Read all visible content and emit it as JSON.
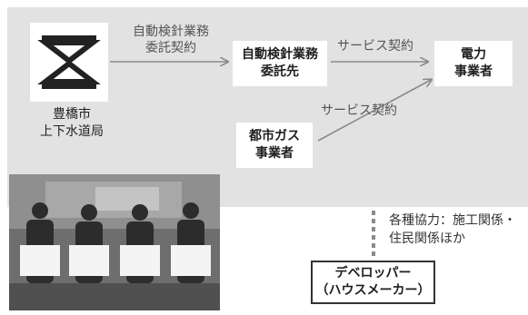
{
  "left_entity": {
    "line1": "豊橋市",
    "line2": "上下水道局"
  },
  "contract1": {
    "line1": "自動検針業務",
    "line2": "委託契約"
  },
  "contractor": {
    "line1": "自動検針業務",
    "line2": "委託先"
  },
  "service_contract_top": "サービス契約",
  "power_company": {
    "line1": "電力",
    "line2": "事業者"
  },
  "service_contract_bottom": "サービス契約",
  "gas_company": {
    "line1": "都市ガス",
    "line2": "事業者"
  },
  "cooperation": {
    "line1": "各種協力：施工関係・",
    "line2": "住民関係ほか"
  },
  "developer": {
    "line1": "デベロッパー",
    "line2": "（ハウスメーカー）"
  },
  "colors": {
    "panel": "#e2e2e2",
    "arrow": "#8a8a8a",
    "box_text": "#1e1e1e",
    "label": "#555555"
  }
}
